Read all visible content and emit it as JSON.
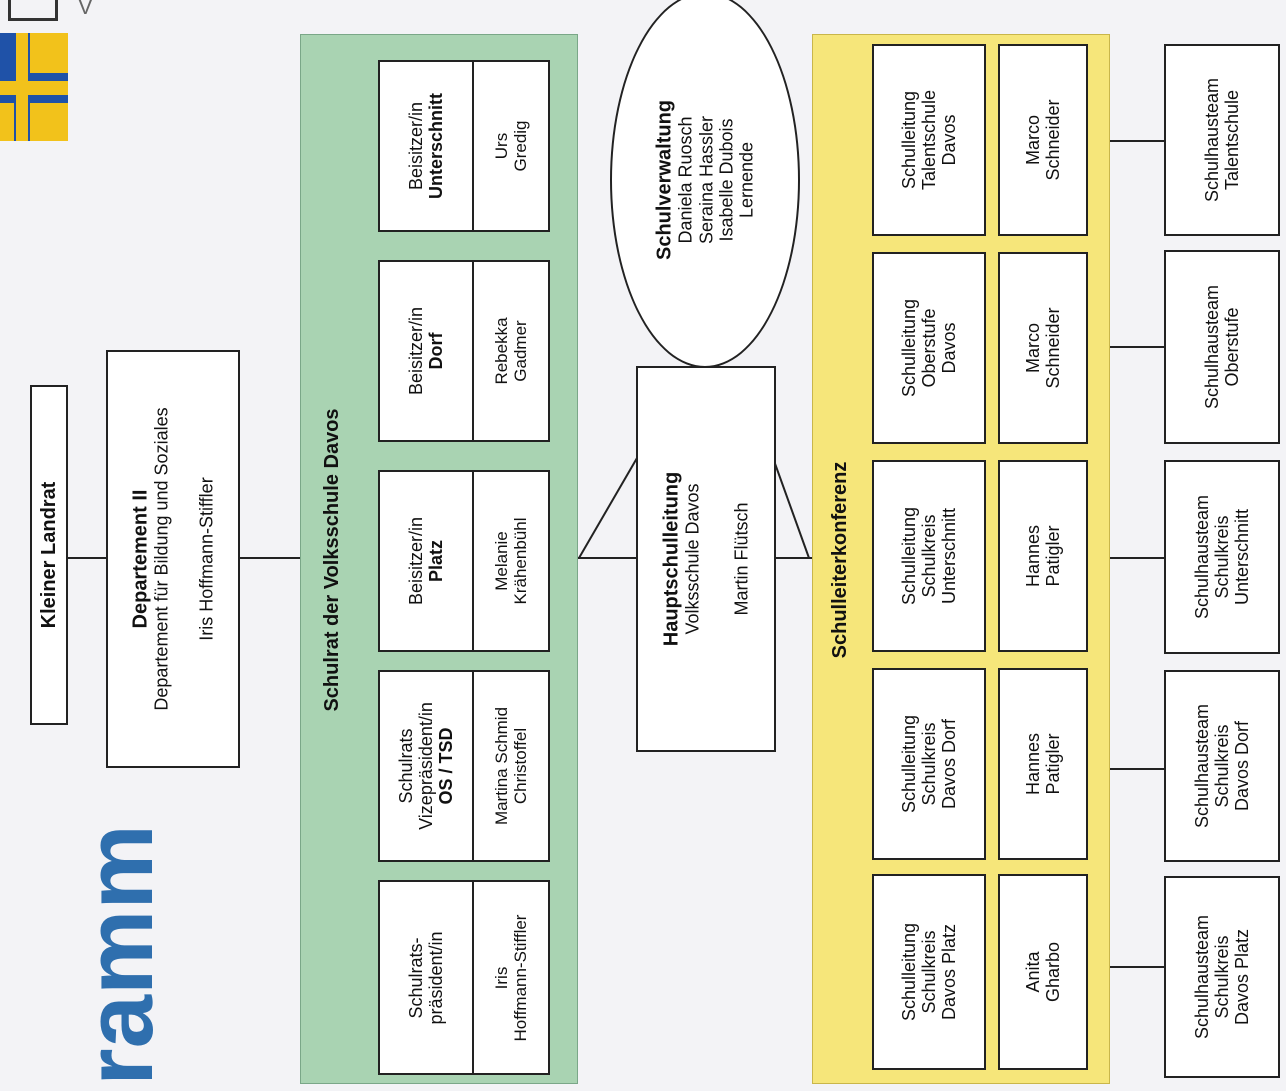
{
  "title_fragment": "ramm",
  "header_fragment": "V",
  "colors": {
    "green_panel": "#a9d3b2",
    "yellow_panel": "#f6e67a",
    "title_blue": "#2f6fae",
    "flag_blue": "#1f52a8",
    "flag_yellow": "#f2c21b"
  },
  "landrat": "Kleiner Landrat",
  "departement": {
    "title": "Departement II",
    "subtitle": "Departement für Bildung und Soziales",
    "person": "Iris Hoffmann-Stiffler"
  },
  "schulrat": {
    "title": "Schulrat der Volksschule Davos",
    "members": [
      {
        "role_lines": [
          "Schulrats-",
          "präsident/in"
        ],
        "role_bold": "",
        "person_lines": [
          "Iris",
          "Hoffmann-Stiffler"
        ]
      },
      {
        "role_lines": [
          "Schulrats",
          "Vizepräsident/in"
        ],
        "role_bold": "OS / TSD",
        "person_lines": [
          "Martina Schmid",
          "Christoffel"
        ]
      },
      {
        "role_lines": [
          "Beisitzer/in"
        ],
        "role_bold": "Platz",
        "person_lines": [
          "Melanie",
          "Krähenbühl"
        ]
      },
      {
        "role_lines": [
          "Beisitzer/in"
        ],
        "role_bold": "Dorf",
        "person_lines": [
          "Rebekka",
          "Gadmer"
        ]
      },
      {
        "role_lines": [
          "Beisitzer/in"
        ],
        "role_bold": "Unterschnitt",
        "person_lines": [
          "Urs",
          "Gredig"
        ]
      }
    ]
  },
  "hauptschulleitung": {
    "title": "Hauptschulleitung",
    "subtitle": "Volksschule Davos",
    "person": "Martin Flütsch"
  },
  "schulverwaltung": {
    "title": "Schulverwaltung",
    "people": [
      "Daniela Ruosch",
      "Seraina Hassler",
      "Isabelle Dubois",
      "Lernende"
    ]
  },
  "schulleiterkonferenz": {
    "title": "Schulleiterkonferenz",
    "members": [
      {
        "role_lines": [
          "Schulleitung",
          "Schulkreis",
          "Davos Platz"
        ],
        "person_lines": [
          "Anita",
          "Gharbo"
        ]
      },
      {
        "role_lines": [
          "Schulleitung",
          "Schulkreis",
          "Davos Dorf"
        ],
        "person_lines": [
          "Hannes",
          "Patigler"
        ]
      },
      {
        "role_lines": [
          "Schulleitung",
          "Schulkreis",
          "Unterschnitt"
        ],
        "person_lines": [
          "Hannes",
          "Patigler"
        ]
      },
      {
        "role_lines": [
          "Schulleitung",
          "Oberstufe",
          "Davos"
        ],
        "person_lines": [
          "Marco",
          "Schneider"
        ]
      },
      {
        "role_lines": [
          "Schulleitung",
          "Talentschule",
          "Davos"
        ],
        "person_lines": [
          "Marco",
          "Schneider"
        ]
      }
    ]
  },
  "schulhausteams": [
    {
      "lines": [
        "Schulhausteam",
        "Schulkreis",
        "Davos Platz"
      ]
    },
    {
      "lines": [
        "Schulhausteam",
        "Schulkreis",
        "Davos Dorf"
      ]
    },
    {
      "lines": [
        "Schulhausteam",
        "Schulkreis",
        "Unterschnitt"
      ]
    },
    {
      "lines": [
        "Schulhausteam",
        "Oberstufe"
      ]
    },
    {
      "lines": [
        "Schulhausteam",
        "Talentschule"
      ]
    }
  ]
}
